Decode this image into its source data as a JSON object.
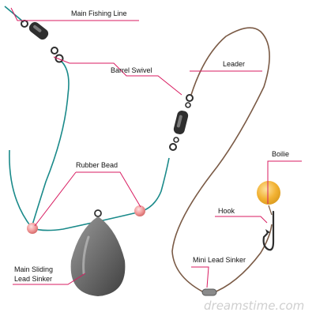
{
  "labels": {
    "main_fishing_line": "Main Fishing Line",
    "barrel_swivel": "Barrel Swivel",
    "leader": "Leader",
    "boilie": "Boilie",
    "rubber_bead": "Rubber Bead",
    "hook": "Hook",
    "mini_lead_sinker": "Mini Lead Sinker",
    "main_sliding_lead_sinker_line1": "Main Sliding",
    "main_sliding_lead_sinker_line2": "Lead Sinker"
  },
  "watermark": "dreamstime.com",
  "colors": {
    "fishing_line": "#1a8a8a",
    "leader_line": "#7a5a45",
    "callout": "#d81b60",
    "swivel": "#2e2e2e",
    "bead": "#f19a9a",
    "boilie": "#f2b233",
    "sinker": "#777777"
  }
}
